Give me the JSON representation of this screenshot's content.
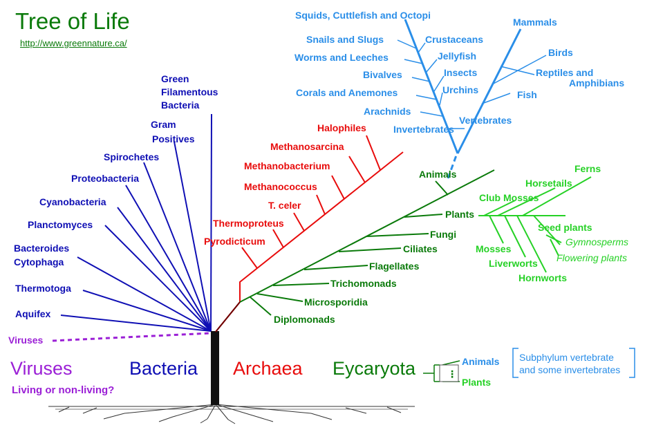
{
  "title": "Tree of Life",
  "url": "http://www.greennature.ca/",
  "domains": {
    "viruses": "Viruses",
    "viruses_sub": "Living or non-living?",
    "bacteria": "Bacteria",
    "archaea": "Archaea",
    "eucaryota": "Eycaryota"
  },
  "viruses_branch_label": "Viruses",
  "bacteria": [
    "Aquifex",
    "Thermotoga",
    "Bacteroides",
    "Cytophaga",
    "Planctomyces",
    "Cyanobacteria",
    "Proteobacteria",
    "Spirochetes",
    "Gram",
    "Positives",
    "Green",
    "Filamentous",
    "Bacteria"
  ],
  "archaea": [
    "Pyrodicticum",
    "Thermoproteus",
    "T. celer",
    "Methanococcus",
    "Methanobacterium",
    "Methanosarcina",
    "Halophiles"
  ],
  "eucaryota": [
    "Diplomonads",
    "Microsporidia",
    "Trichomonads",
    "Flagellates",
    "Ciliates",
    "Fungi",
    "Plants",
    "Animals"
  ],
  "plants": [
    "Club Mosses",
    "Horsetails",
    "Ferns",
    "Seed plants",
    "Gymnosperms",
    "Flowering plants",
    "Mosses",
    "Liverworts",
    "Hornworts"
  ],
  "animals": [
    "Squids, Cuttlefish and Octopi",
    "Snails and Slugs",
    "Crustaceans",
    "Worms and Leeches",
    "Jellyfish",
    "Bivalves",
    "Insects",
    "Corals and Anemones",
    "Urchins",
    "Arachnids",
    "Invertebrates",
    "Vertebrates",
    "Mammals",
    "Birds",
    "Reptiles and",
    "Amphibians",
    "Fish"
  ],
  "legend": {
    "animals": "Animals",
    "plants": "Plants",
    "ellipsis": "⋮",
    "note_line1": "Subphylum vertebrate",
    "note_line2": "and some invertebrates"
  }
}
